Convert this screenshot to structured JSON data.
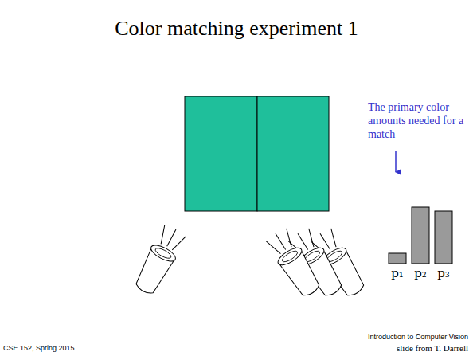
{
  "diagram": {
    "title": "Color matching experiment 1",
    "labels": [
      "The primary color amounts needed for a match",
      "p₁",
      "p₂",
      "p₃",
      "CSE 152, Spring 2015",
      "Introduction to Computer Vision",
      "slide from T. Darrell"
    ]
  }
}
